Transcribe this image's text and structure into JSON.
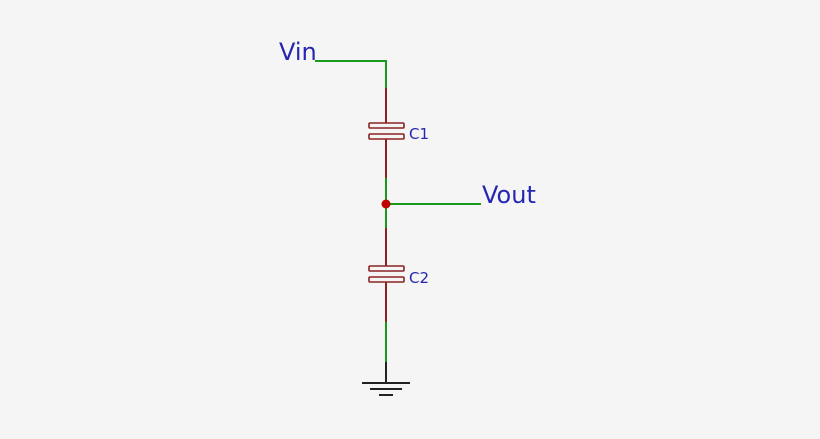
{
  "schematic": {
    "labels": {
      "vin": "Vin",
      "vout": "Vout",
      "c1": "C1",
      "c2": "C2"
    },
    "colors": {
      "background": "#f5f5f5",
      "net_wire": "#1a9a1a",
      "component": "#8b2323",
      "label": "#2626b0",
      "junction": "#c00000",
      "ground": "#222222"
    }
  }
}
